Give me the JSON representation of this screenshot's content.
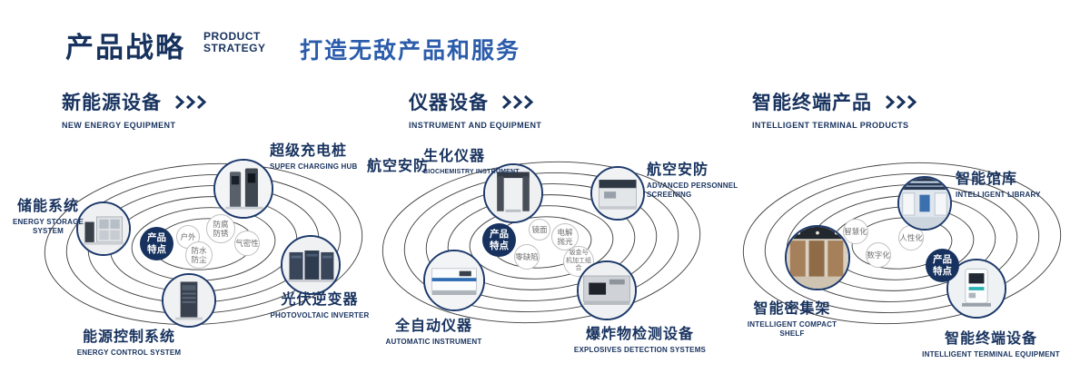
{
  "header": {
    "title": "产品战略",
    "title_en": "PRODUCT\nSTRATEGY",
    "slogan": "打造无敌产品和服务"
  },
  "colors": {
    "navy": "#17325e",
    "blue": "#2b5cab"
  },
  "sections": {
    "energy": {
      "title": "新能源设备",
      "subtitle": "NEW ENERGY EQUIPMENT",
      "badge": "产品\n特点",
      "items": {
        "charging_hub": {
          "title": "超级充电桩",
          "subtitle": "SUPER CHARGING HUB"
        },
        "storage": {
          "title": "储能系统",
          "subtitle": "ENERGY STORAGE\nSYSTEM"
        },
        "inverter": {
          "title": "光伏逆变器",
          "subtitle": "PHOTOVOLTAIC INVERTER"
        },
        "control": {
          "title": "能源控制系统",
          "subtitle": "ENERGY CONTROL SYSTEM"
        }
      },
      "features": {
        "f1": "户外",
        "f2": "防腐\n防锈",
        "f3": "气密性",
        "f4": "防水\n防尘"
      }
    },
    "instrument": {
      "title": "仪器设备",
      "subtitle": "INSTRUMENT AND EQUIPMENT",
      "badge": "产品\n特点",
      "items": {
        "aviation": {
          "title": "航空安防"
        },
        "biochem": {
          "title": "生化仪器",
          "subtitle": "BIOCHEMISTRY INSTRUMENT"
        },
        "screening": {
          "title": "航空安防",
          "subtitle": "ADVANCED PERSONNEL\nSCREENING"
        },
        "automatic": {
          "title": "全自动仪器",
          "subtitle": "AUTOMATIC INSTRUMENT"
        },
        "explosives": {
          "title": "爆炸物检测设备",
          "subtitle": "EXPLOSIVES DETECTION SYSTEMS"
        }
      },
      "features": {
        "f1": "镜面",
        "f2": "电解\n抛光",
        "f3": "零缺陷",
        "f4": "钣金与\n机加工组合"
      }
    },
    "terminal": {
      "title": "智能终端产品",
      "subtitle": "INTELLIGENT TERMINAL PRODUCTS",
      "badge": "产品\n特点",
      "items": {
        "library": {
          "title": "智能馆库",
          "subtitle": "INTELLIGENT LIBRARY"
        },
        "shelf": {
          "title": "智能密集架",
          "subtitle": "INTELLIGENT COMPACT\nSHELF"
        },
        "kiosk": {
          "title": "智能终端设备",
          "subtitle": "INTELLIGENT TERMINAL EQUIPMENT"
        }
      },
      "features": {
        "f1": "智慧化",
        "f2": "人性化",
        "f3": "数字化"
      }
    }
  }
}
